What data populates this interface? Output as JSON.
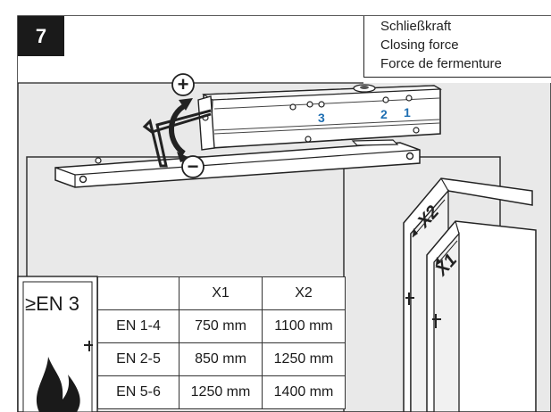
{
  "step": "7",
  "title": {
    "de": "Schließkraft",
    "en": "Closing force",
    "fr": "Force de fermenture"
  },
  "adjust_marks": {
    "plus": "+",
    "minus": "−"
  },
  "screw_numbers": [
    "3",
    "2",
    "1"
  ],
  "door_labels": [
    "X2",
    "X1"
  ],
  "fire_rating": "≥EN 3",
  "force_table": {
    "headers": [
      "",
      "X1",
      "X2"
    ],
    "rows": [
      [
        "EN 1-4",
        "750 mm",
        "1100 mm"
      ],
      [
        "EN 2-5",
        "850 mm",
        "1250 mm"
      ],
      [
        "EN 5-6",
        "1250 mm",
        "1400 mm"
      ]
    ]
  },
  "colors": {
    "background_wall": "#e9e9e9",
    "accent_blue": "#1f6fb2",
    "dark": "#1a1a1a"
  },
  "icons": [
    "hex-key-icon",
    "rotate-arrow-icon",
    "flame-icon",
    "door-handle-icon"
  ]
}
